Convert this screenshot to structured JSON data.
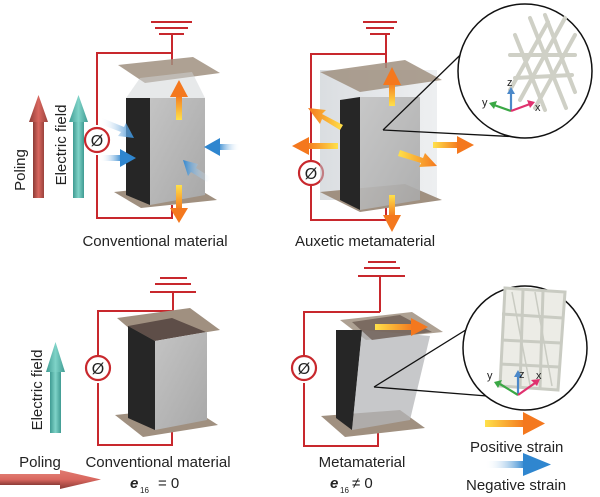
{
  "panels": {
    "top_left": {
      "caption": "Conventional material",
      "meter_symbol": "Ø",
      "arrow_labels": {
        "poling": "Poling",
        "field": "Electric field"
      }
    },
    "top_right": {
      "caption": "Auxetic metamaterial",
      "meter_symbol": "Ø",
      "inset_axes": {
        "x": "x",
        "y": "y",
        "z": "z"
      }
    },
    "bottom_left": {
      "caption": "Conventional material",
      "meter_symbol": "Ø",
      "arrow_labels": {
        "poling": "Poling",
        "field": "Electric field"
      },
      "coef_symbol": "e",
      "coef_sub": "16",
      "coef_rel": "= 0"
    },
    "bottom_right": {
      "caption": "Metamaterial",
      "meter_symbol": "Ø",
      "inset_axes": {
        "x": "x",
        "y": "y",
        "z": "z"
      },
      "coef_symbol": "e",
      "coef_sub": "16",
      "coef_rel": "≠ 0"
    }
  },
  "legend": {
    "positive": "Positive strain",
    "negative": "Negative strain"
  },
  "colors": {
    "circuit": "#c8282d",
    "poling_arrow": "#d9675f",
    "field_arrow": "#6cc6bb",
    "positive_strain": "#f58a1f",
    "negative_strain": "#3a8fd0",
    "plate": "#a09080",
    "block_face": "#b7b7b7",
    "block_side": "#2a2a2a",
    "axis_x": "#e0316e",
    "axis_y": "#3aa845",
    "axis_z": "#4b88c9"
  }
}
